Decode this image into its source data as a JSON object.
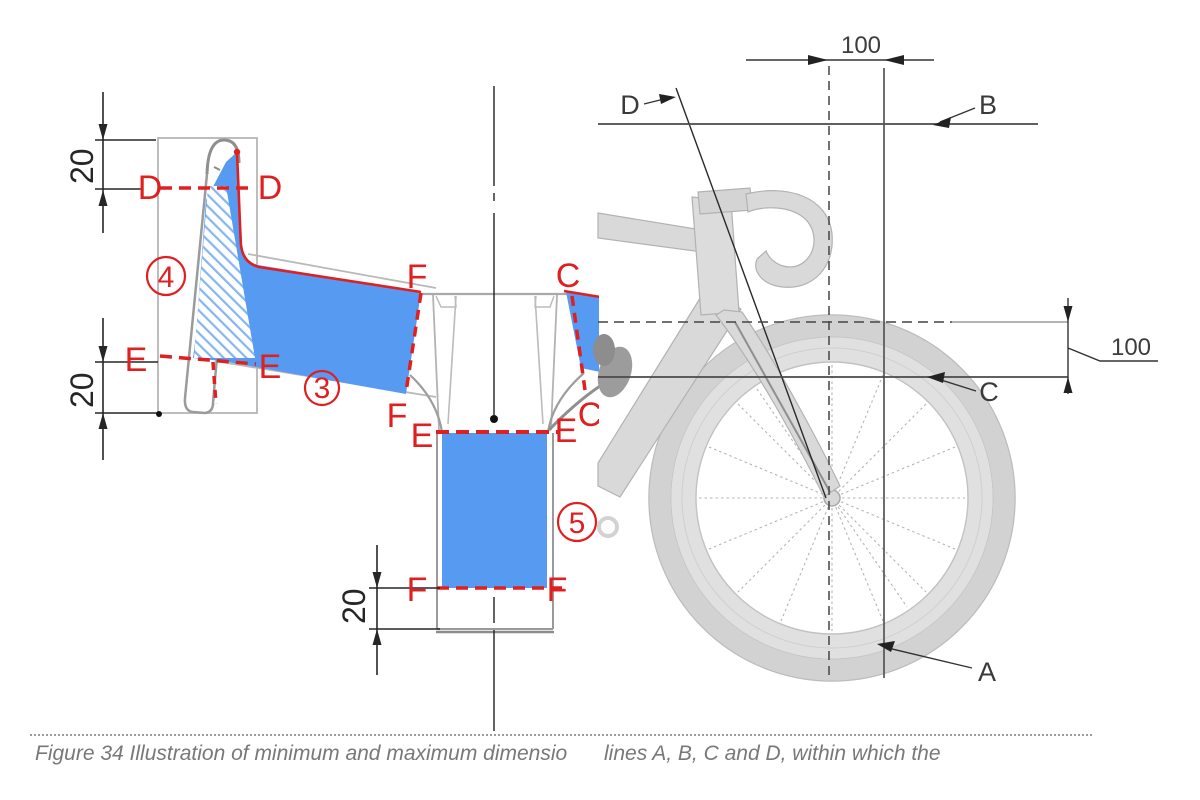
{
  "figure": {
    "caption_left": "Figure 34 Illustration of minimum and maximum dimensio",
    "caption_right": "lines A, B, C and D, within which the"
  },
  "cross_section": {
    "dim_top": "20",
    "dim_mid": "20",
    "dim_bottom": "20",
    "zone_labels": {
      "head_tube": "4",
      "top_tube": "3",
      "seat_tube": "5"
    },
    "cut_labels": {
      "d_left": "D",
      "d_right": "D",
      "e_left_outer": "E",
      "e_left_inner": "E",
      "f_top": "F",
      "c_top": "C",
      "f_mid": "F",
      "e_mid_left": "E",
      "e_mid_right": "E",
      "c_mid": "C",
      "f_bottom_left": "F",
      "f_bottom_right": "F"
    },
    "colors": {
      "zone_fill": "#579af2",
      "annotation_red": "#e02020"
    }
  },
  "front_view": {
    "dim_top": "100",
    "dim_side": "100",
    "line_labels": {
      "a": "A",
      "b": "B",
      "c": "C",
      "d": "D"
    }
  }
}
